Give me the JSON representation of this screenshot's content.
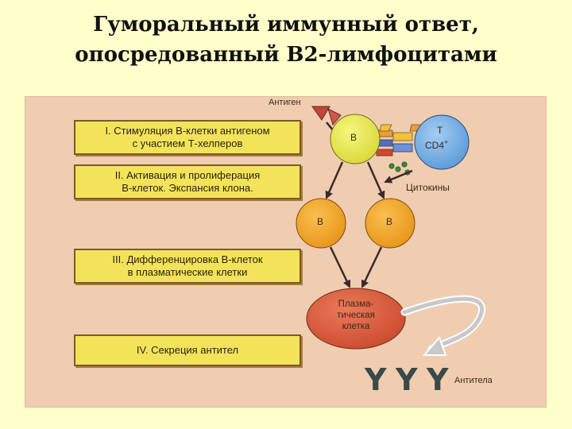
{
  "title": {
    "line1": "Гуморальный иммунный ответ,",
    "line2": "опосредованный В2-лимфоцитами"
  },
  "steps": [
    {
      "line1": "I. Стимуляция В-клетки антигеном",
      "line2": "с участием Т-хелперов"
    },
    {
      "line1": "II. Активация и пролиферация",
      "line2": "В-клеток. Экспансия клона."
    },
    {
      "line1": "III. Дифференцировка В-клеток",
      "line2": "в плазматические клетки"
    },
    {
      "line1": "IV. Секреция антител"
    }
  ],
  "labels": {
    "antigen": "Антиген",
    "b_cell": "B",
    "t_cell_1": "T",
    "t_cell_2": "CD4",
    "t_cell_sup": "+",
    "cytokines": "Цитокины",
    "plasma_1": "Плазма-",
    "plasma_2": "тическая",
    "plasma_3": "клетка",
    "antibody_glyph": "Y",
    "antibodies": "Антитела"
  },
  "colors": {
    "slide_bg": "#ffffcc",
    "figure_bg": "#f0cdb0",
    "step_box": "#f3e35a",
    "b_cell_stimulated": "#e6e64a",
    "b_cell_clone": "#f0a020",
    "t_cell": "#6aa8e0",
    "plasma_cell": "#dd5a3a",
    "antigen": "#c0453a",
    "arrow": "#3a2a2a"
  }
}
